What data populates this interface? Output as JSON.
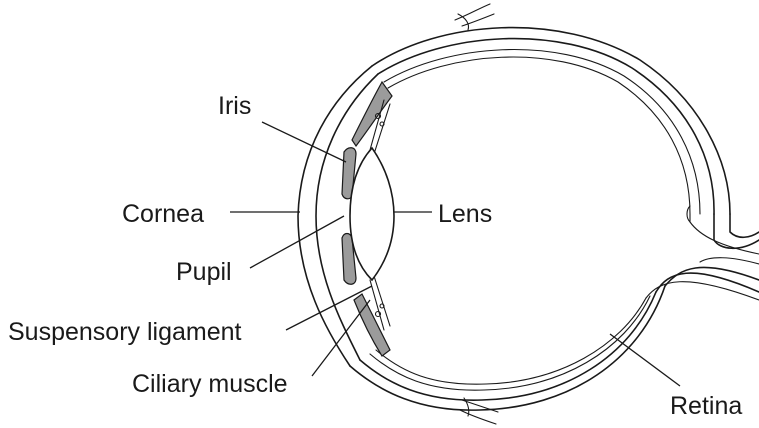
{
  "labels": {
    "iris": "Iris",
    "cornea": "Cornea",
    "lens": "Lens",
    "pupil": "Pupil",
    "suspensory_ligament": "Suspensory ligament",
    "ciliary_muscle": "Ciliary muscle",
    "retina": "Retina"
  },
  "colors": {
    "line": "#1a1a1a",
    "tissue_grey": "#9b9b9b",
    "background": "#ffffff"
  }
}
